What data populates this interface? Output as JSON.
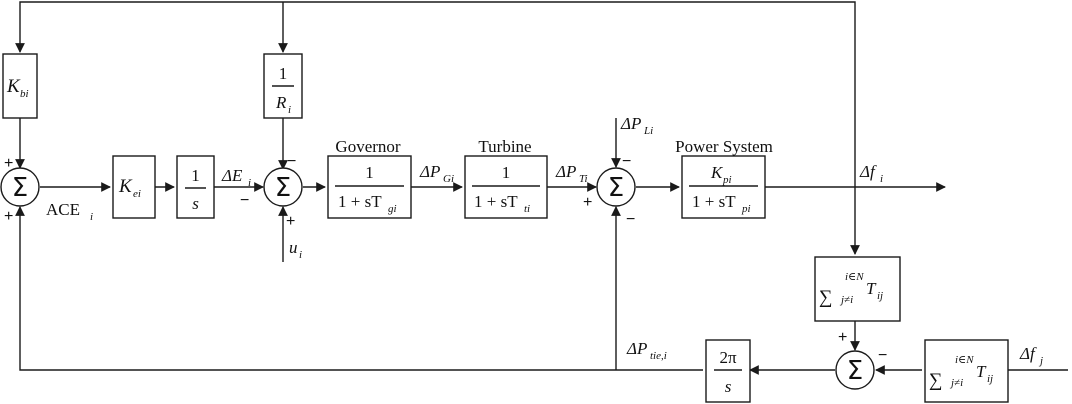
{
  "diagram": {
    "blocks": {
      "governor_title": "Governor",
      "turbine_title": "Turbine",
      "power_system_title": "Power System",
      "one": "1",
      "s": "s",
      "two_pi": "2π",
      "kbi_main": "K",
      "kbi_sub": "bi",
      "kei_main": "K",
      "kei_sub": "ei",
      "ri_main": "R",
      "ri_sub": "i",
      "tgi": "1 + sT",
      "tgi_sub": "gi",
      "tti": "1 + sT",
      "tti_sub": "ti",
      "kpi_main": "K",
      "kpi_sub": "pi",
      "tpi": "1 + sT",
      "tpi_sub": "pi",
      "sum_upper": "i∈N",
      "sum_lower": "j≠i",
      "tij_main": "T",
      "tij_sub": "ij"
    },
    "signals": {
      "ace": "ACE",
      "ace_sub": "i",
      "dE": "ΔE",
      "dE_sub": "i",
      "dPG": "ΔP",
      "dPG_sub": "Gi",
      "dPT": "ΔP",
      "dPT_sub": "Ti",
      "dPL": "ΔP",
      "dPL_sub": "Li",
      "dfi": "Δf",
      "dfi_sub": "i",
      "ui": "u",
      "ui_sub": "i",
      "dPtie": "ΔP",
      "dPtie_sub": "tie,i",
      "dfj": "Δf",
      "dfj_sub": "j"
    },
    "symbols": {
      "sigma": "Σ",
      "big_sum": "∑",
      "plus": "+",
      "minus": "−"
    }
  }
}
